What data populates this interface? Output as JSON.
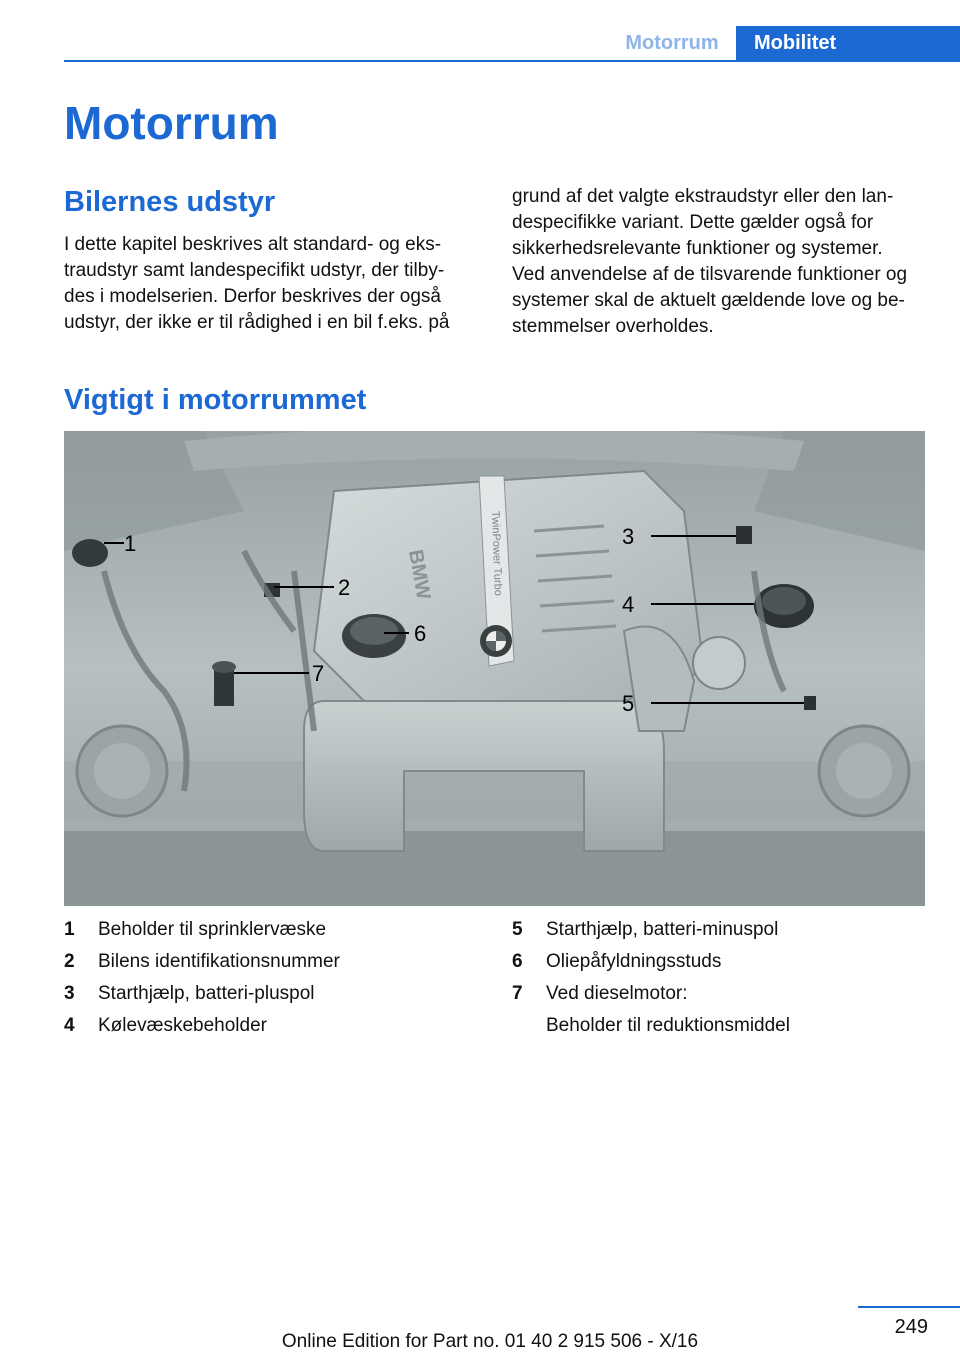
{
  "header": {
    "tab_inactive": "Motorrum",
    "tab_active": "Mobilitet"
  },
  "page_title": "Motorrum",
  "section1": {
    "heading": "Bilernes udstyr",
    "left_lines": [
      "I dette kapitel beskrives alt standard- og eks-",
      "traudstyr samt landespecifikt udstyr, der tilby-",
      "des i modelserien. Derfor beskrives der også",
      "udstyr, der ikke er til rådighed i en bil f.eks. på"
    ],
    "right_lines": [
      "grund af det valgte ekstraudstyr eller den lan-",
      "despecifikke variant. Dette gælder også for",
      "sikkerhedsrelevante funktioner og systemer.",
      "Ved anvendelse af de tilsvarende funktioner og",
      "systemer skal de aktuelt gældende love og be-",
      "stemmelser overholdes."
    ]
  },
  "section2": {
    "heading": "Vigtigt i motorrummet"
  },
  "image": {
    "callouts": [
      "1",
      "2",
      "3",
      "4",
      "5",
      "6",
      "7"
    ],
    "brand_text": "BMW",
    "cover_text": "TwinPower Turbo"
  },
  "legend_left": [
    {
      "num": "1",
      "text": "Beholder til sprinklervæske"
    },
    {
      "num": "2",
      "text": "Bilens identifikationsnummer"
    },
    {
      "num": "3",
      "text": "Starthjælp, batteri-pluspol"
    },
    {
      "num": "4",
      "text": "Kølevæskebeholder"
    }
  ],
  "legend_right": [
    {
      "num": "5",
      "text": "Starthjælp, batteri-minuspol"
    },
    {
      "num": "6",
      "text": "Oliepåfyldningsstuds"
    },
    {
      "num": "7",
      "text": "Ved dieselmotor:"
    }
  ],
  "legend_right_continuation": "Beholder til reduktionsmiddel",
  "page_number": "249",
  "footer": "Online Edition for Part no. 01 40 2 915 506 - X/16",
  "colors": {
    "accent": "#1c69d4",
    "photo_bg": "#b3bcbd"
  }
}
